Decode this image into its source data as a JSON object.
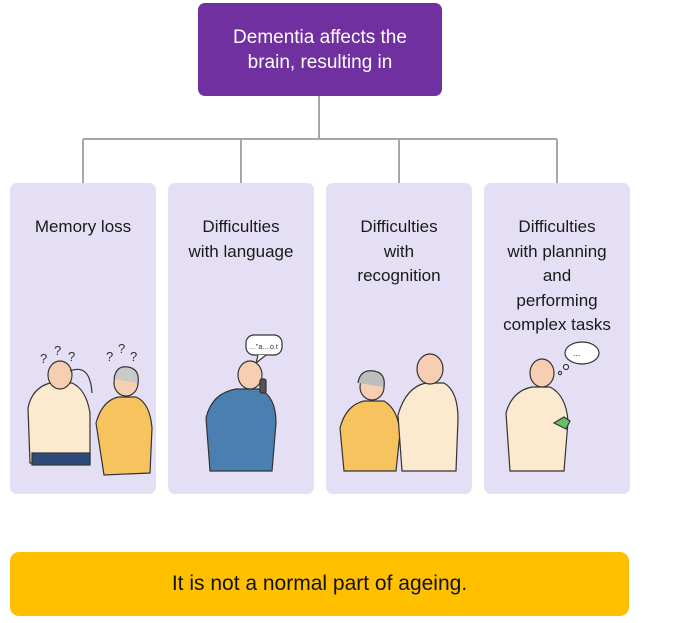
{
  "root": {
    "line1": "Dementia affects the",
    "line2": "brain, resulting in"
  },
  "cards": [
    {
      "lines": [
        "Memory loss"
      ]
    },
    {
      "lines": [
        "Difficulties",
        "with language"
      ]
    },
    {
      "lines": [
        "Difficulties",
        "with",
        "recognition"
      ]
    },
    {
      "lines": [
        "Difficulties",
        "with planning",
        "and",
        "performing",
        "complex tasks"
      ]
    }
  ],
  "card_illustrations": {
    "card1": {
      "speech_marks": [
        "?",
        "?",
        "?",
        "?",
        "?",
        "?"
      ]
    },
    "card2": {
      "speech_bubble": "...\"a....o.t"
    },
    "card4": {
      "thought_bubble": "..."
    }
  },
  "banner": {
    "text": "It is not a normal part of ageing."
  },
  "colors": {
    "root_bg": "#7030a0",
    "card_bg": "#e5dff5",
    "banner_bg": "#ffc000",
    "connector": "#a6a6a6"
  }
}
